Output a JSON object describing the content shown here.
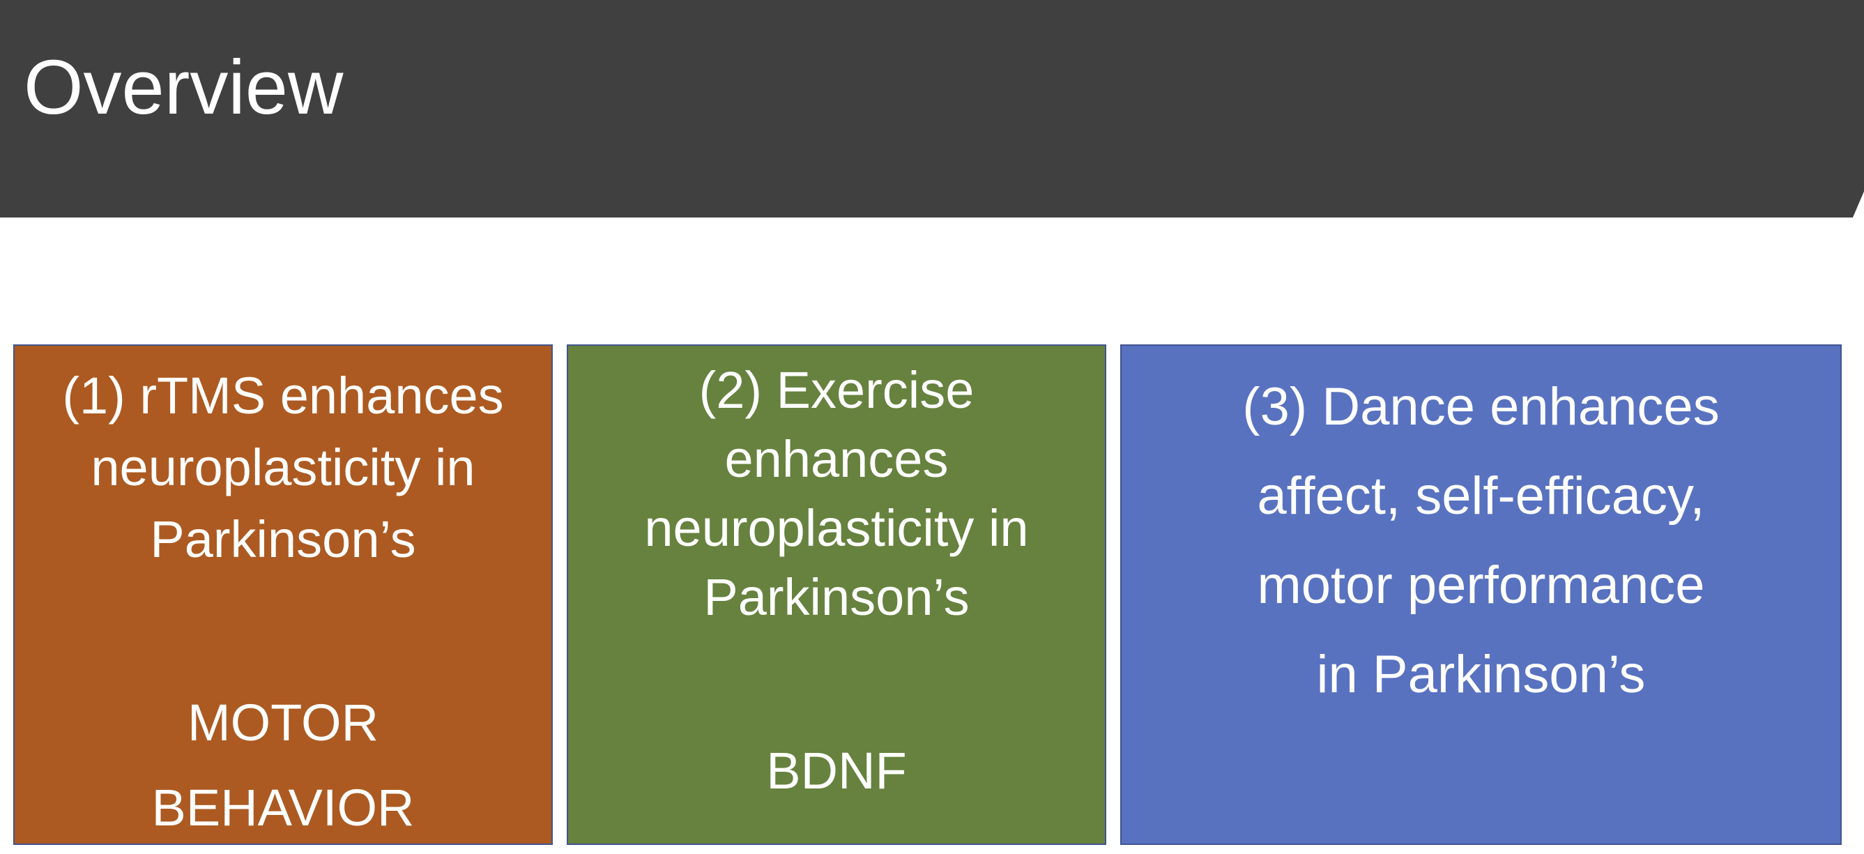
{
  "slide": {
    "title": "Overview",
    "boxes": [
      {
        "heading": "(1) rTMS  enhances\nneuroplasticity in\nParkinson’s",
        "sublabel": "MOTOR\nBEHAVIOR",
        "color": "#ac5a21"
      },
      {
        "heading": "(2) Exercise\nenhances\nneuroplasticity in\nParkinson’s",
        "sublabel": "BDNF",
        "color": "#66823e"
      },
      {
        "heading": "(3) Dance enhances\naffect, self-efficacy,\nmotor performance\nin Parkinson’s",
        "color": "#5872c0"
      }
    ],
    "colors": {
      "title_bar": "#404040",
      "box_border": "#41548f",
      "text": "#ffffff"
    }
  }
}
